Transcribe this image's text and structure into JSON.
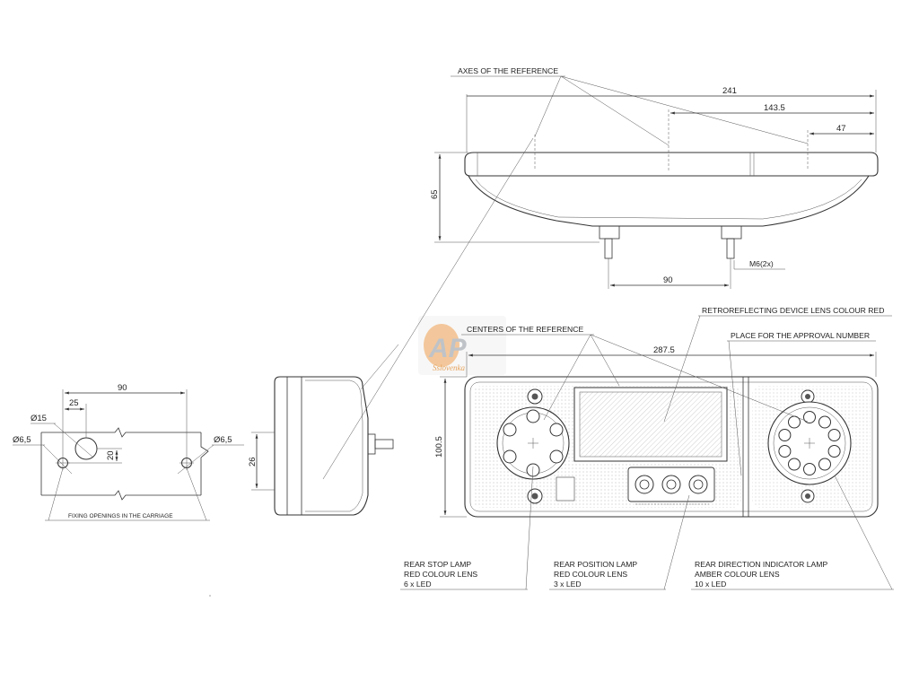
{
  "logo": {
    "mark": "AP",
    "sub": "Sslovenka",
    "accent": "#f0a050",
    "grey": "#bfc3c8"
  },
  "top_view": {
    "axes_label": "AXES OF THE REFERENCE",
    "dims": {
      "overall_width": "241",
      "center_offset": "143.5",
      "right_offset": "47",
      "height": "65",
      "bolt_spacing": "90",
      "bolt": "M6(2x)"
    }
  },
  "front_view": {
    "centers_label": "CENTERS OF THE REFERENCE",
    "retro_label": "RETROREFLECTING DEVICE LENS COLOUR RED",
    "approval_label": "PLACE FOR THE APPROVAL NUMBER",
    "dims": {
      "width": "287.5",
      "height": "100.5"
    }
  },
  "side_view": {
    "dims": {
      "depth": "26"
    }
  },
  "mounting": {
    "dims": {
      "spacing": "90",
      "offset": "25",
      "vertical": "20",
      "hole_large": "Ø15",
      "hole_left": "Ø6,5",
      "hole_right": "Ø6,5"
    },
    "caption": "FIXING OPENINGS IN THE CARRIAGE"
  },
  "callouts": {
    "stop": {
      "line1": "REAR STOP LAMP",
      "line2": "RED COLOUR LENS",
      "line3": "6 x LED"
    },
    "position": {
      "line1": "REAR POSITION  LAMP",
      "line2": "RED COLOUR LENS",
      "line3": "3 x LED"
    },
    "indicator": {
      "line1": "REAR DIRECTION INDICATOR LAMP",
      "line2": "AMBER COLOUR LENS",
      "line3": "10 x LED"
    }
  }
}
